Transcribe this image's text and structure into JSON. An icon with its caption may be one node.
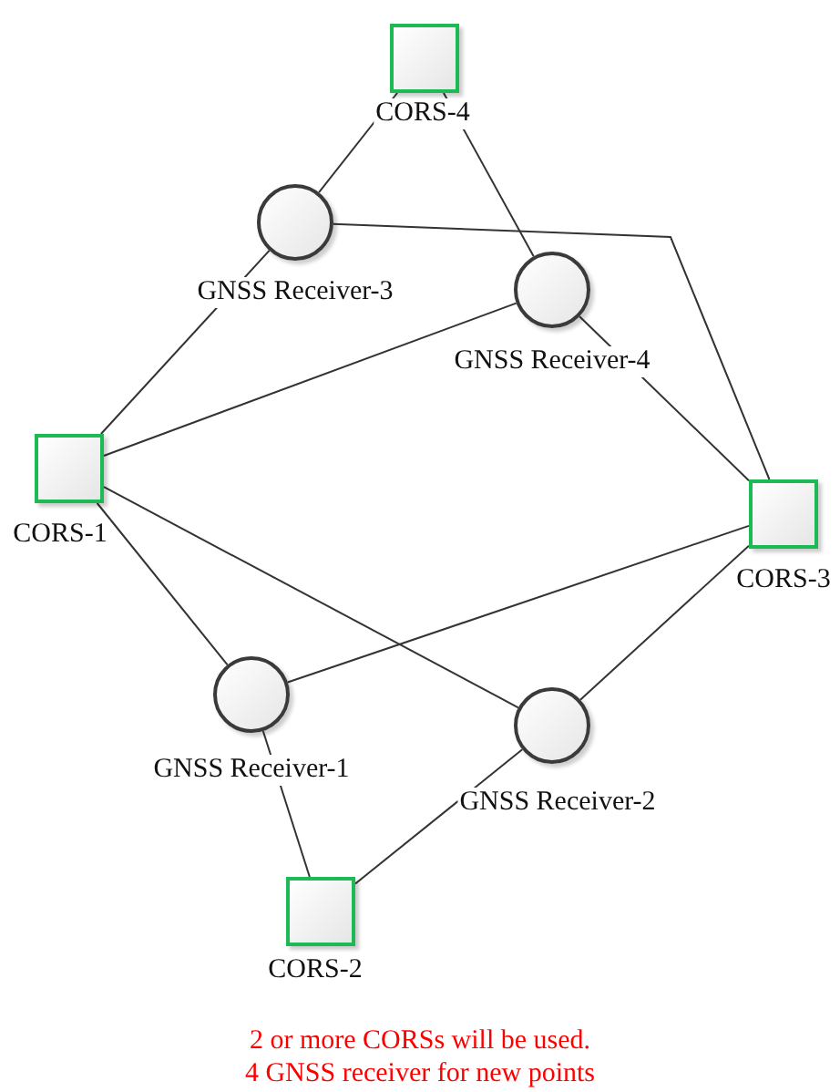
{
  "diagram": {
    "nodes": [
      {
        "text": [
          "CORS-4"
        ]
      },
      {
        "text": [
          "GNSS Receiver-3"
        ]
      },
      {
        "text": [
          "GNSS Receiver-4"
        ]
      },
      {
        "text": [
          "CORS-1"
        ]
      },
      {
        "text": [
          "CORS-3"
        ]
      },
      {
        "text": [
          "GNSS Receiver-1"
        ]
      },
      {
        "text": [
          "GNSS Receiver-2"
        ]
      },
      {
        "text": [
          "CORS-2"
        ]
      }
    ],
    "edges": [
      {
        "from": 1,
        "to": 0,
        "arrow": "none"
      },
      {
        "from": 1,
        "to": 3,
        "arrow": "none"
      },
      {
        "from": 1,
        "to": 4,
        "arrow": "none"
      },
      {
        "from": 2,
        "to": 0,
        "arrow": "none"
      },
      {
        "from": 2,
        "to": 4,
        "arrow": "none"
      },
      {
        "from": 2,
        "to": 3,
        "arrow": "none"
      },
      {
        "from": 5,
        "to": 3,
        "arrow": "none"
      },
      {
        "from": 5,
        "to": 7,
        "arrow": "none"
      },
      {
        "from": 5,
        "to": 4,
        "arrow": "none"
      },
      {
        "from": 6,
        "to": 3,
        "arrow": "none"
      },
      {
        "from": 6,
        "to": 7,
        "arrow": "none"
      },
      {
        "from": 6,
        "to": 4,
        "arrow": "none"
      }
    ],
    "labels": [
      "2 or more CORSs will be used.",
      "4 GNSS receiver for new points"
    ]
  }
}
